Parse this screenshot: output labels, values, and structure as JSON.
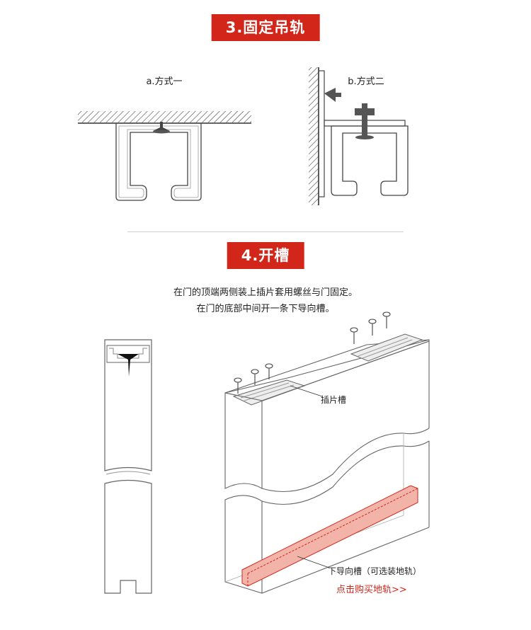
{
  "section3": {
    "title": "3.固定吊轨"
  },
  "method_a": {
    "label": "a.方式一"
  },
  "method_b": {
    "label": "b.方式二"
  },
  "section4": {
    "title": "4.开槽"
  },
  "description": {
    "line1": "在门的顶端两侧装上插片套用螺丝与门固定。",
    "line2": "在门的底部中间开一条下导向槽。"
  },
  "callouts": {
    "insert_slot": "插片槽",
    "guide_groove": "下导向槽（可选装地轨）",
    "buy_link": "点击购买地轨>>"
  },
  "colors": {
    "accent": "#d2261b",
    "groove_fill": "#f2b3a8",
    "line": "#333333"
  }
}
